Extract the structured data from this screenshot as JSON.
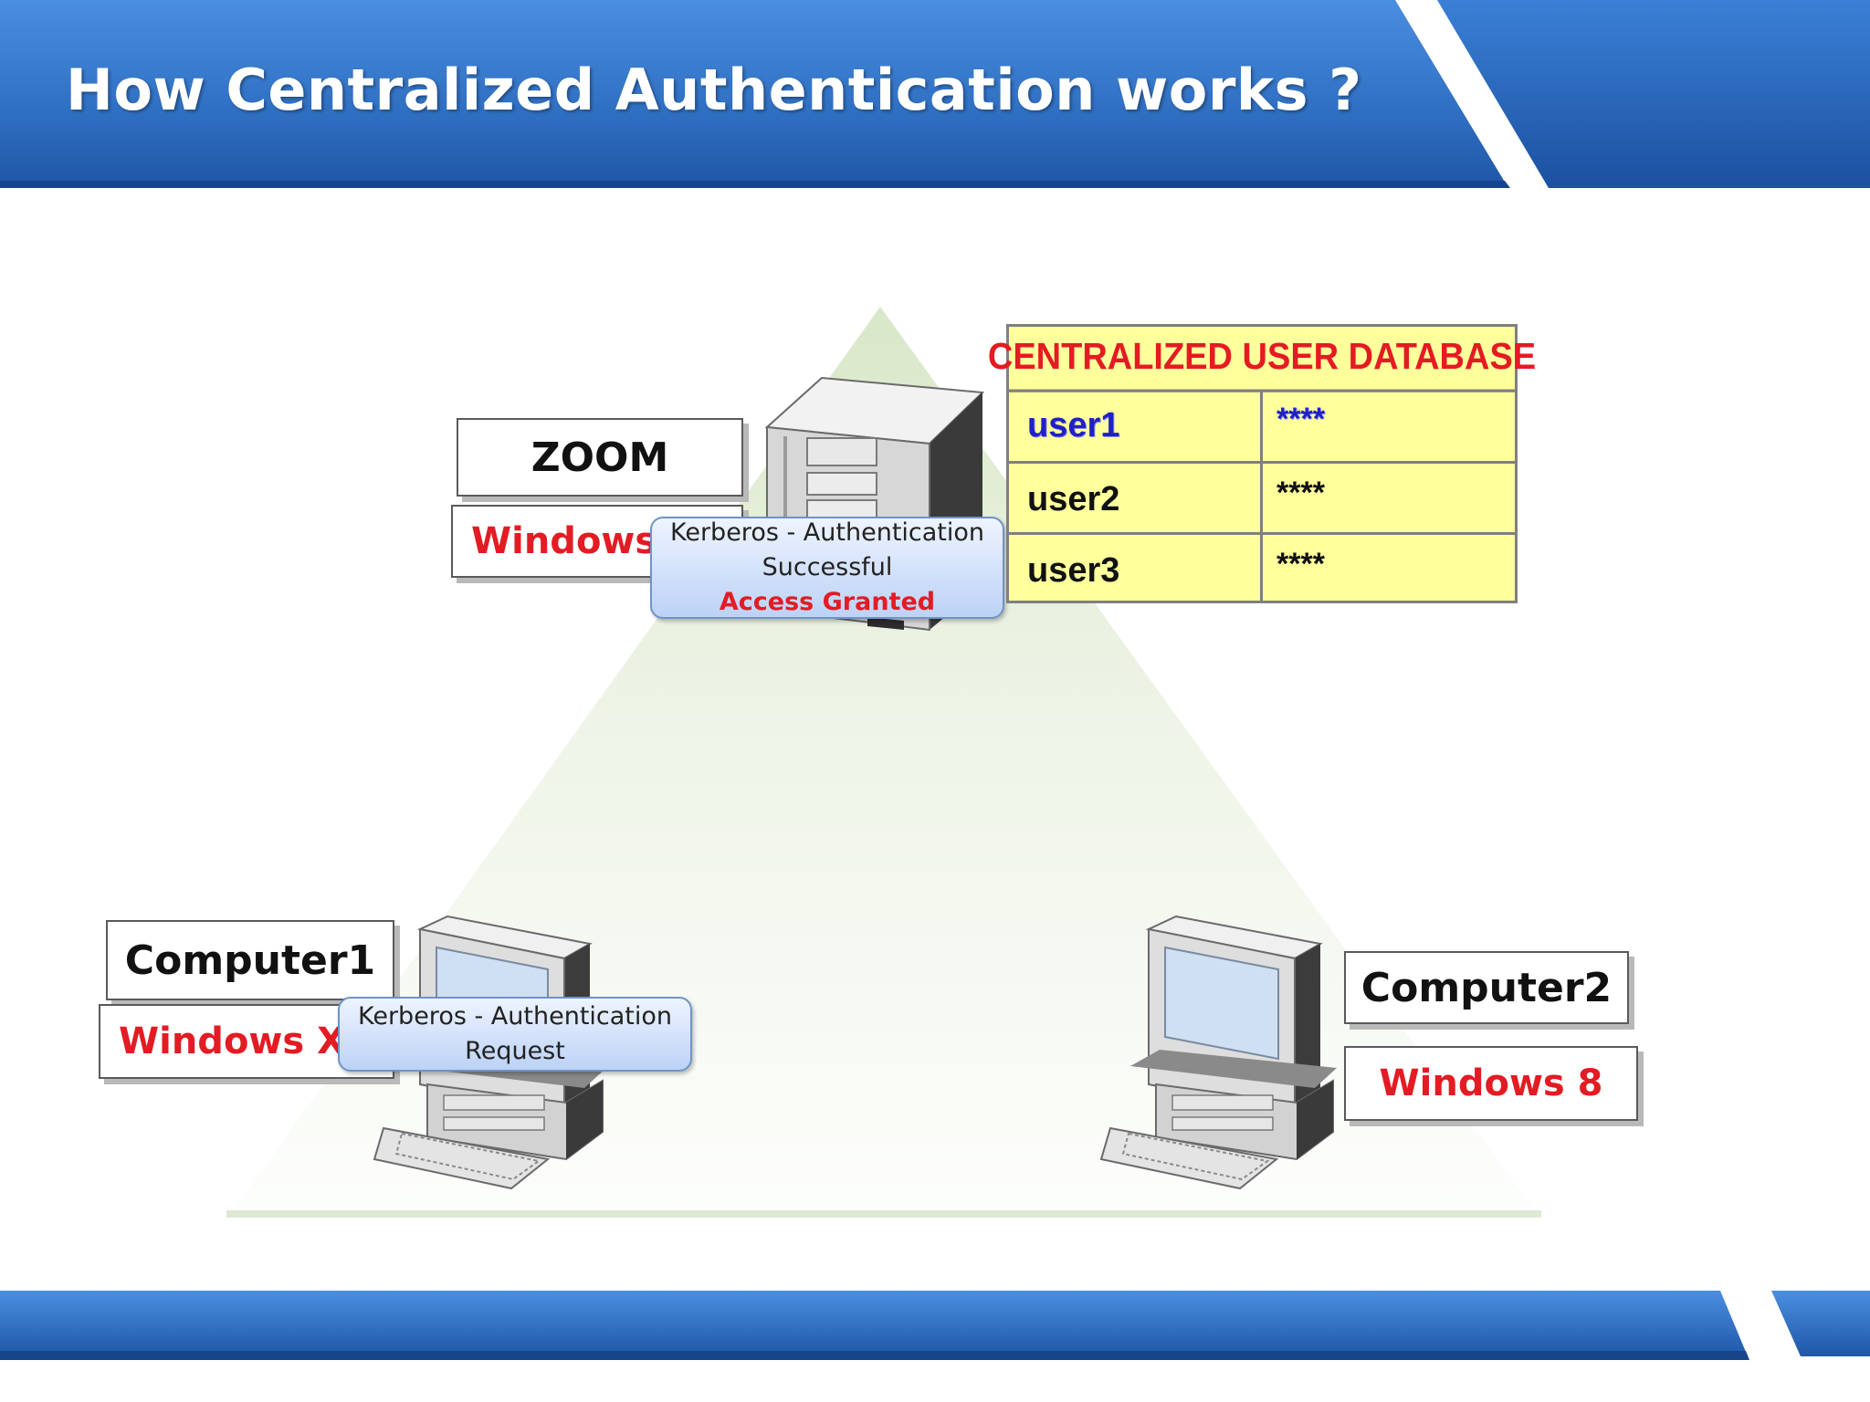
{
  "slide": {
    "title": "How Centralized Authentication works ?"
  },
  "colors": {
    "banner_blue": "#3f7fd0",
    "os_red": "#e31b23",
    "db_yellow": "#ffff9c",
    "highlight_blue": "#2020c8"
  },
  "server": {
    "name": "ZOOM",
    "os": "Windows 2",
    "icon": "server-tower-icon"
  },
  "computer1": {
    "name": "Computer1",
    "os": "Windows XI",
    "icon": "desktop-computer-icon"
  },
  "computer2": {
    "name": "Computer2",
    "os": "Windows 8",
    "icon": "desktop-computer-icon"
  },
  "callouts": {
    "success": {
      "line1": "Kerberos - Authentication",
      "line2": "Successful",
      "line3": "Access Granted"
    },
    "request": {
      "line1": "Kerberos - Authentication",
      "line2": "Request"
    }
  },
  "database": {
    "title": "CENTRALIZED USER DATABASE",
    "rows": [
      {
        "user": "user1",
        "password": "****"
      },
      {
        "user": "user2",
        "password": "****"
      },
      {
        "user": "user3",
        "password": "****"
      }
    ]
  }
}
